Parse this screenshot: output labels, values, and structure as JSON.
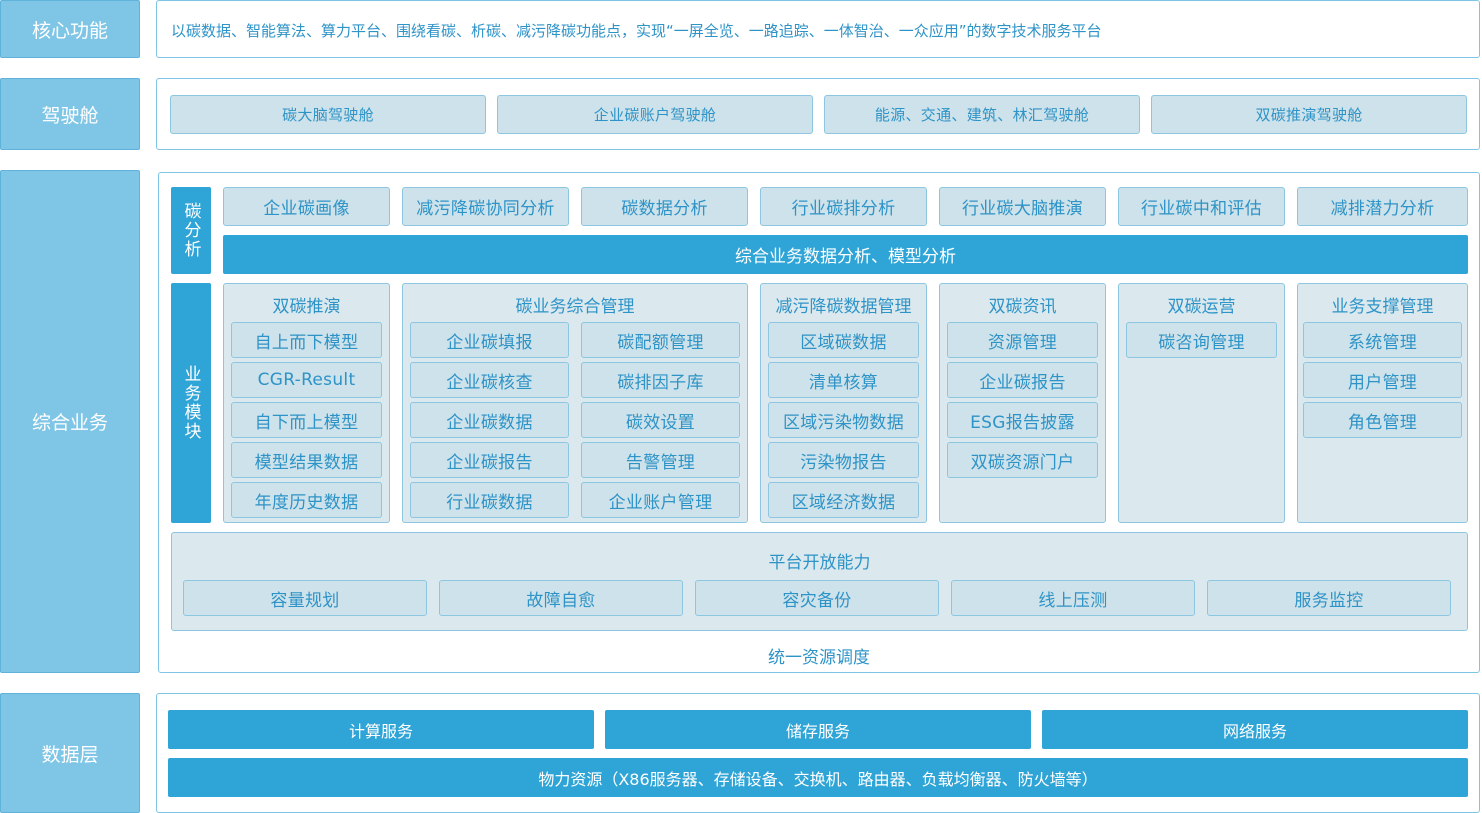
{
  "rows": {
    "core": {
      "label": "核心功能",
      "description": "以碳数据、智能算法、算力平台、围绕看碳、析碳、减污降碳功能点，实现“一屏全览、一路追踪、一体智治、一众应用”的数字技术服务平台"
    },
    "cockpit": {
      "label": "驾驶舱",
      "items": [
        "碳大脑驾驶舱",
        "企业碳账户驾驶舱",
        "能源、交通、建筑、林汇驾驶舱",
        "双碳推演驾驶舱"
      ]
    },
    "business": {
      "label": "综合业务",
      "analysis": {
        "tab": "碳分析",
        "items": [
          "企业碳画像",
          "减污降碳协同分析",
          "碳数据分析",
          "行业碳排分析",
          "行业碳大脑推演",
          "行业碳中和评估",
          "减排潜力分析"
        ],
        "banner": "综合业务数据分析、模型分析"
      },
      "modules": {
        "tab": "业务模块",
        "groups": [
          {
            "title": "双碳推演",
            "items": [
              "自上而下模型",
              "CGR-Result",
              "自下而上模型",
              "模型结果数据",
              "年度历史数据"
            ]
          },
          {
            "title": "碳业务综合管理",
            "items": [
              "企业碳填报",
              "碳配额管理",
              "企业碳核查",
              "碳排因子库",
              "企业碳数据",
              "碳效设置",
              "企业碳报告",
              "告警管理",
              "行业碳数据",
              "企业账户管理"
            ]
          },
          {
            "title": "减污降碳数据管理",
            "items": [
              "区域碳数据",
              "清单核算",
              "区域污染物数据",
              "污染物报告",
              "区域经济数据"
            ]
          },
          {
            "title": "双碳资讯",
            "items": [
              "资源管理",
              "企业碳报告",
              "ESG报告披露",
              "双碳资源门户"
            ]
          },
          {
            "title": "双碳运营",
            "items": [
              "碳咨询管理"
            ]
          },
          {
            "title": "业务支撑管理",
            "items": [
              "系统管理",
              "用户管理",
              "角色管理"
            ]
          }
        ]
      },
      "platform": {
        "title": "平台开放能力",
        "items": [
          "容量规划",
          "故障自愈",
          "容灾备份",
          "线上压测",
          "服务监控"
        ]
      },
      "footer": "统一资源调度"
    },
    "data": {
      "label": "数据层",
      "services": [
        "计算服务",
        "储存服务",
        "网络服务"
      ],
      "physical": "物力资源（X86服务器、存储设备、交换机、路由器、负载均衡器、防火墙等）"
    }
  },
  "colors": {
    "label_bg": "#7fc6e6",
    "accent": "#2fa4d6",
    "pill_bg": "#cde2ea",
    "text": "#2e93c7"
  }
}
